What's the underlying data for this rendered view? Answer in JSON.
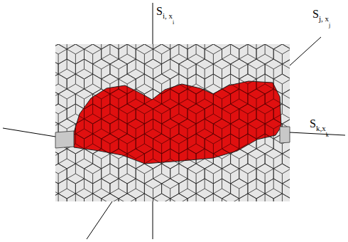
{
  "diagram": {
    "labels": [
      "Si, xi",
      "Sj, xj",
      "Sk,xk"
    ]
  }
}
